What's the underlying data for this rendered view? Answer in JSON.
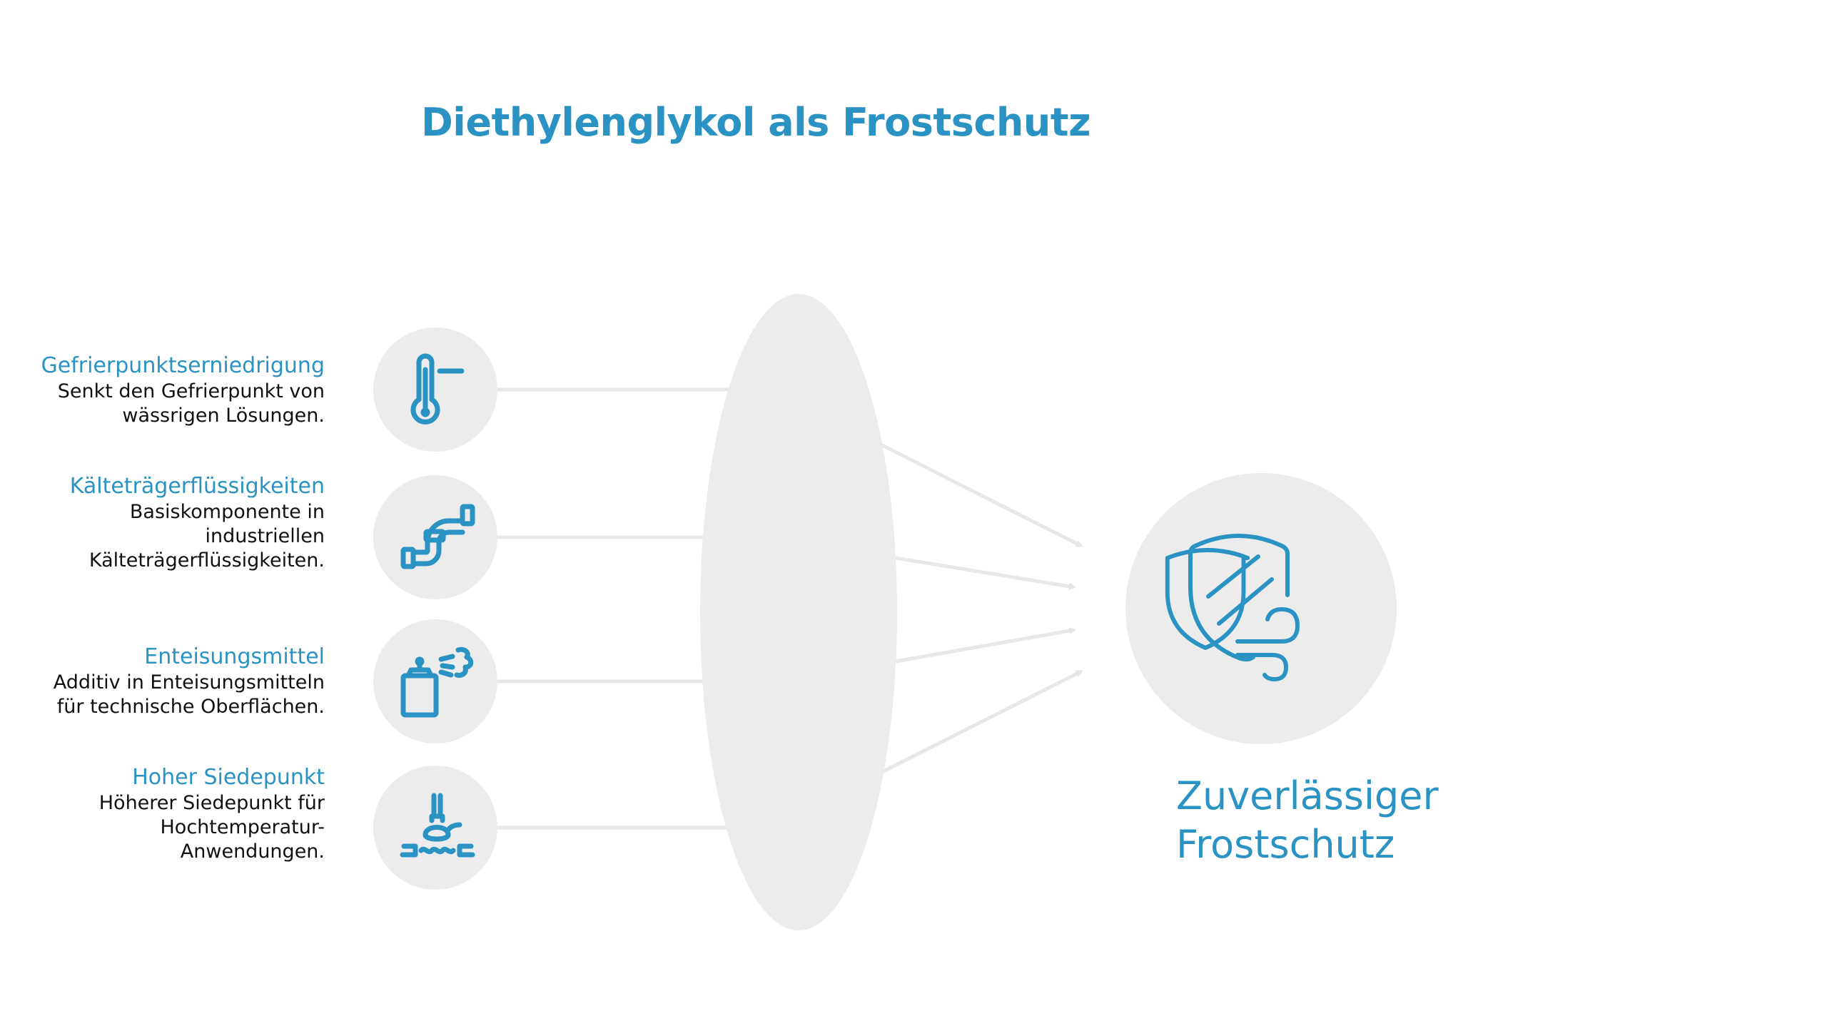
{
  "title": "Diethylenglykol als Frostschutz",
  "features": [
    {
      "title": "Gefrierpunktserniedrigung",
      "lines": [
        "Senkt den Gefrierpunkt von",
        "wässrigen Lösungen."
      ],
      "icon": "thermometer-icon"
    },
    {
      "title": "Kälteträgerflüssigkeiten",
      "lines": [
        "Basiskomponente in",
        "industriellen",
        "Kälteträgerflüssigkeiten."
      ],
      "icon": "pipe-icon"
    },
    {
      "title": "Enteisungsmittel",
      "lines": [
        "Additiv in Enteisungsmitteln",
        "für technische Oberflächen."
      ],
      "icon": "spray-can-icon"
    },
    {
      "title": "Hoher Siedepunkt",
      "lines": [
        "Höherer Siedepunkt für",
        "Hochtemperatur-",
        "Anwendungen."
      ],
      "icon": "boiling-icon"
    }
  ],
  "result": {
    "line1": "Zuverlässiger",
    "line2": "Frostschutz",
    "icon": "shield-wind-icon"
  },
  "colors": {
    "accent": "#2a93c4",
    "shape": "#ececec",
    "text": "#111111"
  }
}
